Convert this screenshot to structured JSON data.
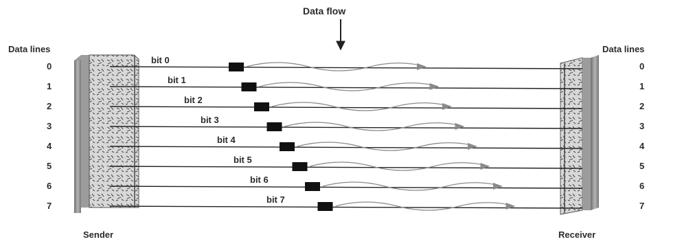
{
  "title": "Data flow",
  "left_header": "Data lines",
  "right_header": "Data lines",
  "sender_label": "Sender",
  "receiver_label": "Receiver",
  "line_numbers": [
    "0",
    "1",
    "2",
    "3",
    "4",
    "5",
    "6",
    "7"
  ],
  "bits": [
    {
      "label": "bit 0"
    },
    {
      "label": "bit 1"
    },
    {
      "label": "bit 2"
    },
    {
      "label": "bit 3"
    },
    {
      "label": "bit 4"
    },
    {
      "label": "bit 5"
    },
    {
      "label": "bit 6"
    },
    {
      "label": "bit 7"
    }
  ],
  "colors": {
    "line": "#222222",
    "bit_block": "#111111",
    "flow_arrow": "#8a8a8a",
    "plate": "#8c8c8c"
  }
}
